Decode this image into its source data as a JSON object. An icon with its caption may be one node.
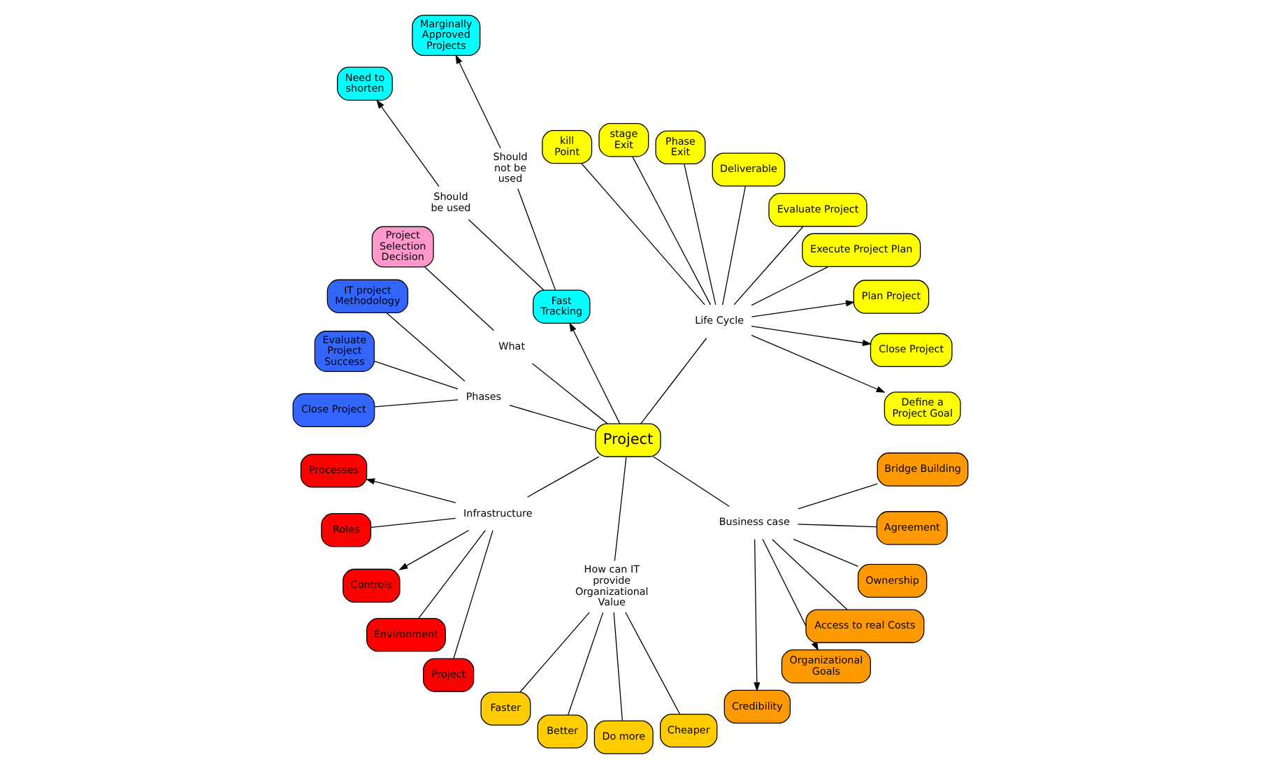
{
  "diagram": {
    "nodes": [
      {
        "text": [
          "Project"
        ]
      },
      {
        "text": [
          "Life Cycle"
        ]
      },
      {
        "text": [
          "Define a Project Goal"
        ]
      },
      {
        "text": [
          "Close Project"
        ]
      },
      {
        "text": [
          "Plan Project"
        ]
      },
      {
        "text": [
          "Execute Project Plan"
        ]
      },
      {
        "text": [
          "Evaluate Project"
        ]
      },
      {
        "text": [
          "Deliverable"
        ]
      },
      {
        "text": [
          "Phase Exit"
        ]
      },
      {
        "text": [
          "stage Exit"
        ]
      },
      {
        "text": [
          "kill Point"
        ]
      },
      {
        "text": [
          "Fast Tracking"
        ]
      },
      {
        "text": [
          "Should not be used"
        ]
      },
      {
        "text": [
          "Marginally Approved Projects"
        ]
      },
      {
        "text": [
          "Should be used"
        ]
      },
      {
        "text": [
          "Need to shorten"
        ]
      },
      {
        "text": [
          "What"
        ]
      },
      {
        "text": [
          "Project Selection Decision"
        ]
      },
      {
        "text": [
          "Phases"
        ]
      },
      {
        "text": [
          "IT project Methodology"
        ]
      },
      {
        "text": [
          "Evaluate Project Success"
        ]
      },
      {
        "text": [
          "Close Project"
        ]
      },
      {
        "text": [
          "Infrastructure"
        ]
      },
      {
        "text": [
          "Processes"
        ]
      },
      {
        "text": [
          "Roles"
        ]
      },
      {
        "text": [
          "Controls"
        ]
      },
      {
        "text": [
          "Environment"
        ]
      },
      {
        "text": [
          "Project"
        ]
      },
      {
        "text": [
          "How can IT provide Organizational Value"
        ]
      },
      {
        "text": [
          "Faster"
        ]
      },
      {
        "text": [
          "Better"
        ]
      },
      {
        "text": [
          "Do more"
        ]
      },
      {
        "text": [
          "Cheaper"
        ]
      },
      {
        "text": [
          "Business case"
        ]
      },
      {
        "text": [
          "Credibility"
        ]
      },
      {
        "text": [
          "Organizational Goals"
        ]
      },
      {
        "text": [
          "Access to real Costs"
        ]
      },
      {
        "text": [
          "Ownership"
        ]
      },
      {
        "text": [
          "Agreement"
        ]
      },
      {
        "text": [
          "Bridge Building"
        ]
      }
    ],
    "edges": [
      {
        "from": 0,
        "to": 1,
        "arrow": "none"
      },
      {
        "from": 1,
        "to": 2,
        "arrow": "to"
      },
      {
        "from": 1,
        "to": 3,
        "arrow": "to"
      },
      {
        "from": 1,
        "to": 4,
        "arrow": "to"
      },
      {
        "from": 1,
        "to": 5,
        "arrow": "none"
      },
      {
        "from": 1,
        "to": 6,
        "arrow": "none"
      },
      {
        "from": 1,
        "to": 7,
        "arrow": "none"
      },
      {
        "from": 1,
        "to": 8,
        "arrow": "none"
      },
      {
        "from": 1,
        "to": 9,
        "arrow": "none"
      },
      {
        "from": 1,
        "to": 10,
        "arrow": "none"
      },
      {
        "from": 0,
        "to": 11,
        "arrow": "to"
      },
      {
        "from": 11,
        "to": 12,
        "arrow": "none"
      },
      {
        "from": 12,
        "to": 13,
        "arrow": "to"
      },
      {
        "from": 11,
        "to": 14,
        "arrow": "none"
      },
      {
        "from": 14,
        "to": 15,
        "arrow": "to"
      },
      {
        "from": 0,
        "to": 16,
        "arrow": "none"
      },
      {
        "from": 16,
        "to": 17,
        "arrow": "none"
      },
      {
        "from": 0,
        "to": 18,
        "arrow": "none"
      },
      {
        "from": 18,
        "to": 19,
        "arrow": "none"
      },
      {
        "from": 18,
        "to": 20,
        "arrow": "none"
      },
      {
        "from": 18,
        "to": 21,
        "arrow": "none"
      },
      {
        "from": 0,
        "to": 22,
        "arrow": "none"
      },
      {
        "from": 22,
        "to": 23,
        "arrow": "to"
      },
      {
        "from": 22,
        "to": 24,
        "arrow": "none"
      },
      {
        "from": 22,
        "to": 25,
        "arrow": "to"
      },
      {
        "from": 22,
        "to": 26,
        "arrow": "none"
      },
      {
        "from": 22,
        "to": 27,
        "arrow": "none"
      },
      {
        "from": 0,
        "to": 28,
        "arrow": "none"
      },
      {
        "from": 28,
        "to": 29,
        "arrow": "none"
      },
      {
        "from": 28,
        "to": 30,
        "arrow": "none"
      },
      {
        "from": 28,
        "to": 31,
        "arrow": "none"
      },
      {
        "from": 28,
        "to": 32,
        "arrow": "none"
      },
      {
        "from": 0,
        "to": 33,
        "arrow": "none"
      },
      {
        "from": 33,
        "to": 34,
        "arrow": "to"
      },
      {
        "from": 33,
        "to": 35,
        "arrow": "to"
      },
      {
        "from": 33,
        "to": 36,
        "arrow": "none"
      },
      {
        "from": 33,
        "to": 37,
        "arrow": "none"
      },
      {
        "from": 33,
        "to": 38,
        "arrow": "none"
      },
      {
        "from": 33,
        "to": 39,
        "arrow": "none"
      }
    ]
  }
}
